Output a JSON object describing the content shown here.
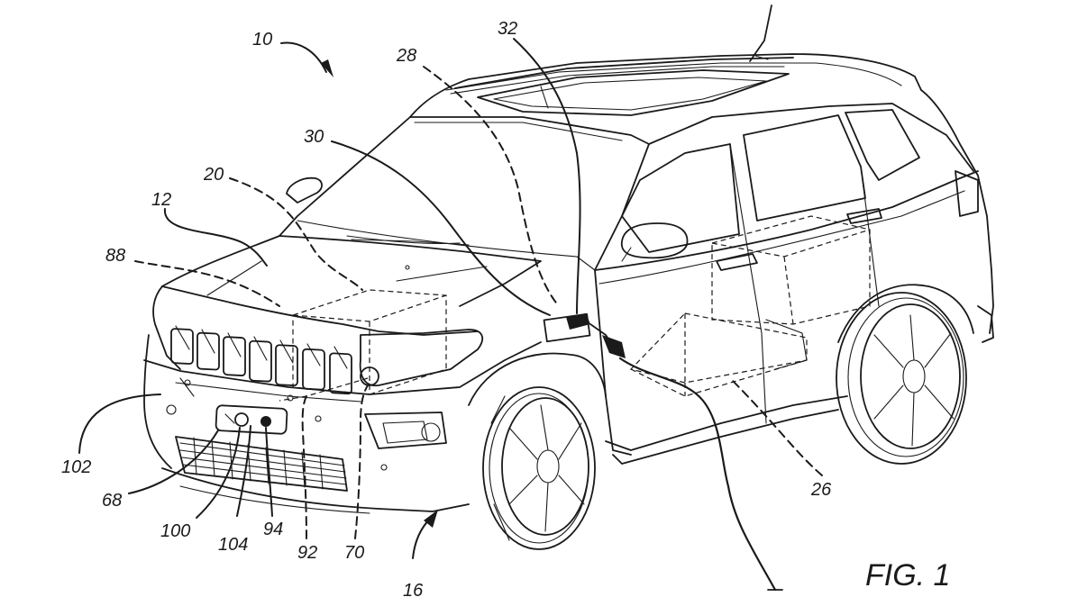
{
  "figure": {
    "label": "FIG. 1"
  },
  "reference_numerals": [
    {
      "id": "ref-10",
      "text": "10"
    },
    {
      "id": "ref-12",
      "text": "12"
    },
    {
      "id": "ref-16",
      "text": "16"
    },
    {
      "id": "ref-20",
      "text": "20"
    },
    {
      "id": "ref-26",
      "text": "26"
    },
    {
      "id": "ref-28",
      "text": "28"
    },
    {
      "id": "ref-30",
      "text": "30"
    },
    {
      "id": "ref-32",
      "text": "32"
    },
    {
      "id": "ref-68",
      "text": "68"
    },
    {
      "id": "ref-70",
      "text": "70"
    },
    {
      "id": "ref-88",
      "text": "88"
    },
    {
      "id": "ref-92",
      "text": "92"
    },
    {
      "id": "ref-94",
      "text": "94"
    },
    {
      "id": "ref-100",
      "text": "100"
    },
    {
      "id": "ref-102",
      "text": "102"
    },
    {
      "id": "ref-104",
      "text": "104"
    }
  ],
  "colors": {
    "line": "#1a1a1a",
    "background": "#ffffff"
  }
}
